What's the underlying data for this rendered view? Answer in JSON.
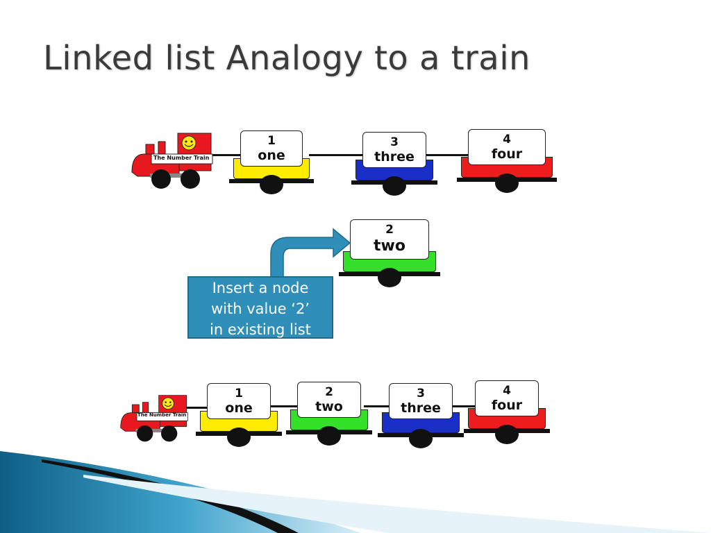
{
  "slide": {
    "title": "Linked list Analogy to a train",
    "engine_label": "The Number Train",
    "callout": {
      "line1": "Insert a node",
      "line2": "with value ‘2’",
      "line3": "in existing list"
    }
  },
  "top_train": {
    "cars": [
      {
        "num": "1",
        "word": "one",
        "color": "#ffec00"
      },
      {
        "num": "3",
        "word": "three",
        "color": "#1a2fc8"
      },
      {
        "num": "4",
        "word": "four",
        "color": "#ee1c1c"
      }
    ]
  },
  "new_node": {
    "num": "2",
    "word": "two",
    "color": "#35e02a"
  },
  "bottom_train": {
    "cars": [
      {
        "num": "1",
        "word": "one",
        "color": "#ffec00"
      },
      {
        "num": "2",
        "word": "two",
        "color": "#35e02a"
      },
      {
        "num": "3",
        "word": "three",
        "color": "#1a2fc8"
      },
      {
        "num": "4",
        "word": "four",
        "color": "#ee1c1c"
      }
    ]
  },
  "colors": {
    "engine": "#e8191e",
    "callout_fill": "#2f8fb8",
    "wave_dark": "#0e5f85",
    "wave_light": "#8ecbe4"
  }
}
